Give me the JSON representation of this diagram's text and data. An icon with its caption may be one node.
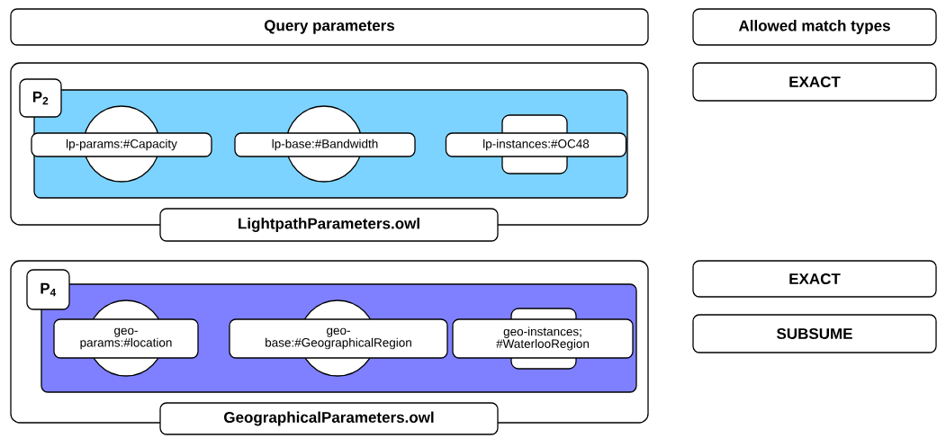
{
  "diagram": {
    "nodes": [
      {
        "text": [
          "Query parameters"
        ]
      },
      {
        "text": [
          "Allowed match types"
        ]
      },
      {
        "text": [
          "LightpathParameters.owl"
        ]
      },
      {
        "text": [
          "P$_{2}$"
        ],
        "in": 2
      },
      {
        "text": [
          "lp-params:#Capacity"
        ],
        "in": 3
      },
      {
        "text": [
          "lp-base:#Bandwidth"
        ],
        "in": 3
      },
      {
        "text": [
          "lp-instances:#OC48"
        ],
        "in": 3
      },
      {
        "text": [
          "EXACT"
        ]
      },
      {
        "text": [
          "GeographicalParameters.owl"
        ]
      },
      {
        "text": [
          "P$_{4}$"
        ],
        "in": 8
      },
      {
        "text": [
          "geo-params:#location"
        ],
        "in": 9
      },
      {
        "text": [
          "geo-base:#GeographicalRegion"
        ],
        "in": 9
      },
      {
        "text": [
          "geo-instances; #WaterlooRegion"
        ],
        "in": 9
      },
      {
        "text": [
          "EXACT"
        ]
      },
      {
        "text": [
          "SUBSUME"
        ]
      }
    ]
  }
}
